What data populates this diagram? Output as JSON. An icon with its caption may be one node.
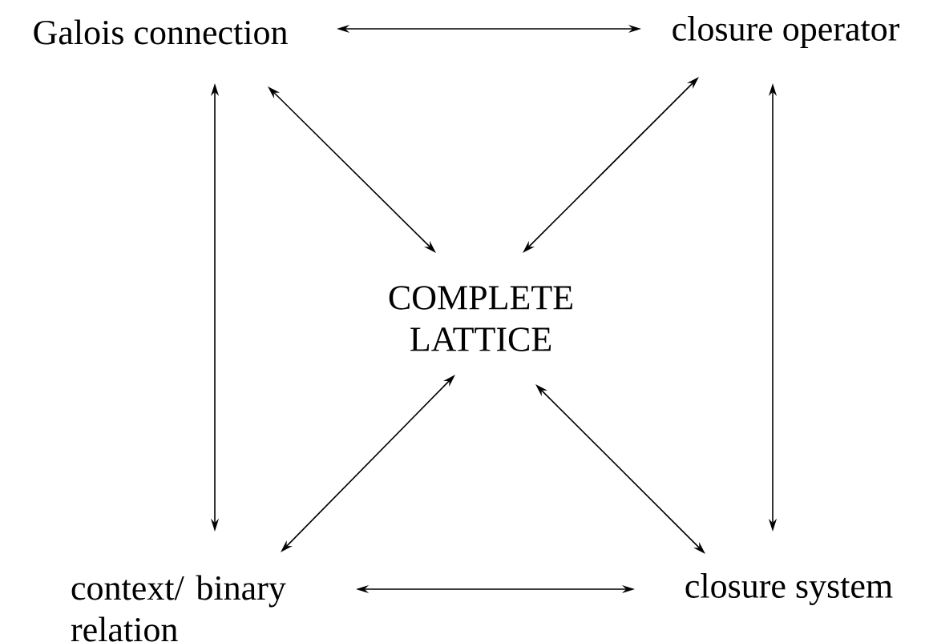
{
  "diagram": {
    "nodes": [
      {
        "text": [
          "Galois connection"
        ]
      },
      {
        "text": [
          "closure operator"
        ]
      },
      {
        "text": [
          "COMPLETE LATTICE"
        ]
      },
      {
        "text": [
          "context/ binary relation"
        ]
      },
      {
        "text": [
          "closure system"
        ]
      }
    ],
    "edges": [
      {
        "from": 0,
        "to": 1,
        "arrow": "both"
      },
      {
        "from": 0,
        "to": 3,
        "arrow": "both"
      },
      {
        "from": 0,
        "to": 2,
        "arrow": "both"
      },
      {
        "from": 1,
        "to": 2,
        "arrow": "both"
      },
      {
        "from": 1,
        "to": 4,
        "arrow": "both"
      },
      {
        "from": 2,
        "to": 3,
        "arrow": "both"
      },
      {
        "from": 2,
        "to": 4,
        "arrow": "both"
      },
      {
        "from": 3,
        "to": 4,
        "arrow": "both"
      }
    ]
  }
}
